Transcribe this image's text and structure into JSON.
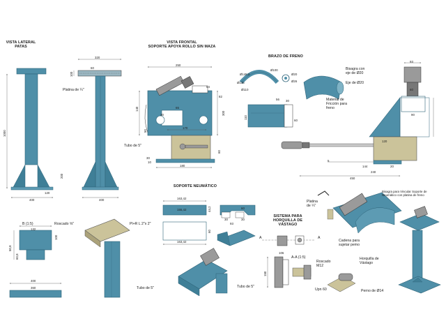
{
  "colors": {
    "steel": "#4f8fa8",
    "steel_dark": "#2e6378",
    "steel_light": "#7fb3c6",
    "tan": "#cbc39a",
    "gray": "#9a9a9a",
    "line": "#333333",
    "dimline": "#555555"
  },
  "views": {
    "lateral_title": "VISTA LATERAL\nPATAS",
    "frontal_title": "VISTA FRONTAL\nSOPORTE APOYA ROLLO SIN MAZA",
    "brazo_title": "BRAZO DE FRENO",
    "neumatico_title": "SOPORTE NEUMÁTICO",
    "horquilla_title": "SISTEMA PARA\nHORQUILLA DE VÁSTAGO"
  },
  "callouts": {
    "platina_14": "Platina de ¼\"",
    "tubo_5": "Tubo de 5\"",
    "bisagra_eje": "Bisagra con\neje de Ø20",
    "eje_20": "Eje de Ø20",
    "material_friccion": "Material de\nFricción para\nfreno",
    "roscado_58": "Roscado ⅝\"",
    "pl_l": "Pl+R L 2\"x 2\"",
    "tubo_5b": "Tubo de 5\"",
    "tubo_5c": "Tubo de 5\"",
    "bisagra_vincular": "Bisagra para Vincular Soporte de\nNeumático con platina de freno",
    "platina_14b": "Platina\nde ¼\"",
    "cadena": "Cadena para\nsujetar pemo",
    "roscado_m12": "Roscado\nM12",
    "horquilla": "Horquilla de\nVástago",
    "upn": "Upn 60",
    "perno": "Perno de Ø14",
    "b_scale": "B (1:5)",
    "aa_scale": "A-A (1:5)",
    "a_letter": "A"
  },
  "dims": {
    "d1000": "1000",
    "d400": "400",
    "d120": "120",
    "d200": "200",
    "d320": "320",
    "d60": "60",
    "d100": "100",
    "d400b": "400",
    "d250": "250",
    "d54": "54",
    "d82": "82",
    "d140": "140",
    "d65": "65",
    "d30": "30",
    "d300": "300",
    "d170": "170",
    "d50": "50",
    "d180": "180",
    "d60b": "60",
    "d30b": "30",
    "d10": "10",
    "d148": "Ø148,5",
    "d136": "Ø136",
    "d110": "Ø110",
    "d100c": "Ø100",
    "d20": "Ø20",
    "d26": "Ø26",
    "d56": "56",
    "d30c": "30",
    "d110b": "110",
    "d60c": "60",
    "d93": "93",
    "d60d": "60",
    "d90": "90",
    "d120b": "120",
    "d144": "144",
    "d20b": "20",
    "d240": "240",
    "d450": "450",
    "d5": "5",
    "d16342": "163,42",
    "d15542": "155,42",
    "d16342b": "163,42",
    "d442": "44,2",
    "d60e": "60",
    "d30d": "30",
    "d93b": "93",
    "d30e": "30",
    "d60f": "60",
    "d132": "132",
    "d100d": "100",
    "d508": "50,8",
    "d608": "60,8",
    "d400c": "400",
    "d360": "360",
    "d106": "106",
    "d150": "150"
  }
}
